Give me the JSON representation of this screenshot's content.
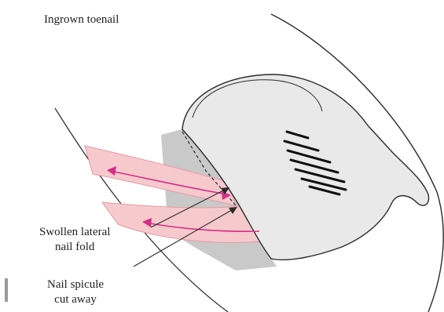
{
  "diagram": {
    "title": "Ingrown toenail",
    "callouts": [
      {
        "id": "swollen",
        "lines": [
          "Swollen lateral",
          "nail fold"
        ]
      },
      {
        "id": "spicule",
        "lines": [
          "Nail spicule",
          "cut away"
        ]
      }
    ],
    "colors": {
      "outline": "#2a2a2a",
      "nail": "#e9e9e9",
      "nail_shadow": "#bfbfbf",
      "swollen_fold": "#f6c9cd",
      "swollen_fold_edge": "#e79aa2",
      "arrow_magenta": "#d22f86"
    },
    "icons": [
      "nail-texture-marks",
      "scale-marker"
    ]
  }
}
